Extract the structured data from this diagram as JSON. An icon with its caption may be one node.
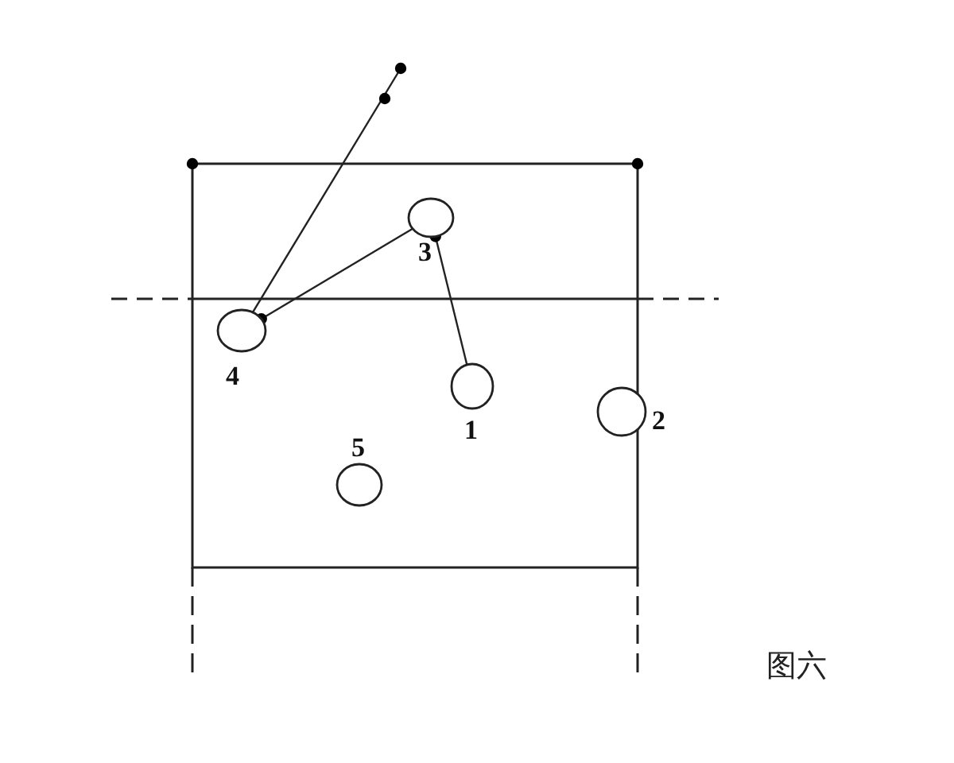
{
  "diagram": {
    "caption": "图六",
    "nodes": [
      {
        "text": [],
        "shape": "circle",
        "beside": [
          "3"
        ]
      },
      {
        "text": [],
        "shape": "circle",
        "beside": [
          "4"
        ]
      },
      {
        "text": [],
        "shape": "circle",
        "beside": [
          "1"
        ]
      },
      {
        "text": [],
        "shape": "circle",
        "beside": [
          "2"
        ]
      },
      {
        "text": [],
        "shape": "circle",
        "beside": [
          "5"
        ]
      }
    ],
    "edges": [
      {
        "from": null,
        "to": 1,
        "arrow": "other"
      },
      {
        "from": 1,
        "to": 0,
        "arrow": "other"
      },
      {
        "from": 0,
        "to": 2,
        "arrow": "other"
      }
    ]
  }
}
